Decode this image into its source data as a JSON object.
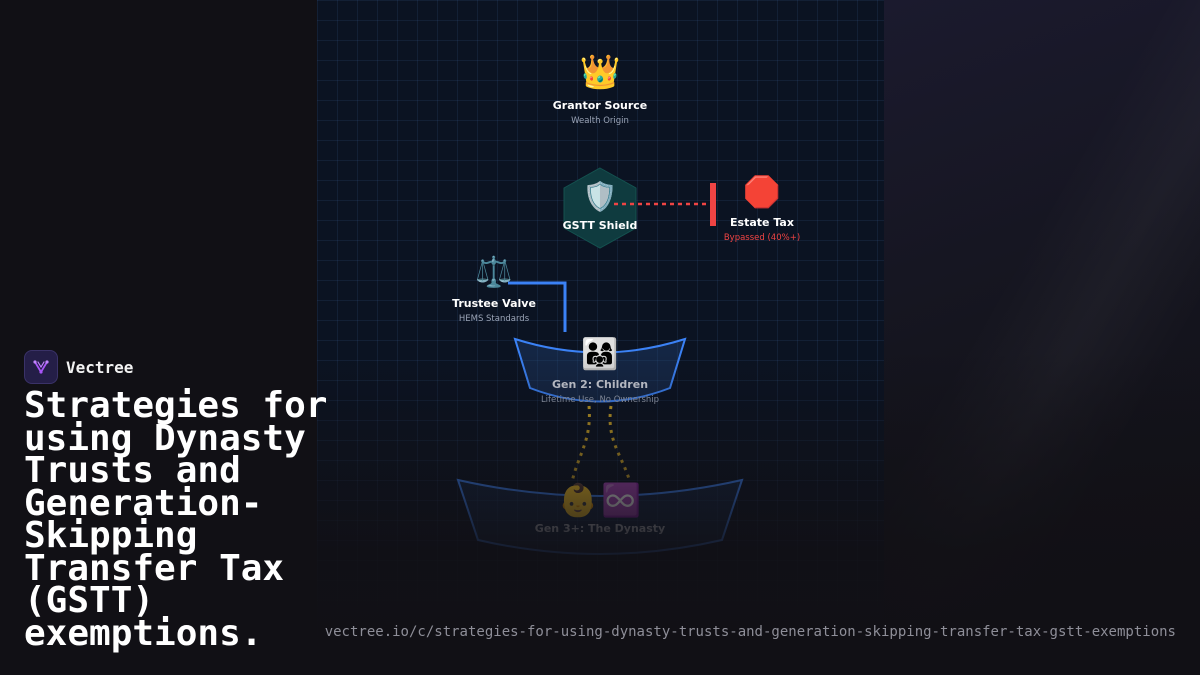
{
  "brand": {
    "name": "Vectree",
    "logo_icon": "vectree-logo-icon",
    "accent": "#a855f7"
  },
  "headline": "Strategies for using Dynasty Trusts and Generation-Skipping Transfer Tax (GSTT) exemptions.",
  "url": "vectree.io/c/strategies-for-using-dynasty-trusts-and-generation-skipping-transfer-tax-gstt-exemptions",
  "diagram": {
    "grantor": {
      "icon": "crown-icon",
      "glyph": "👑",
      "title": "Grantor Source",
      "subtitle": "Wealth Origin"
    },
    "shield": {
      "icon": "shield-icon",
      "glyph": "🛡️",
      "title": "GSTT Shield"
    },
    "estate_tax": {
      "icon": "stop-sign-icon",
      "glyph": "🛑",
      "title": "Estate Tax",
      "subtitle": "Bypassed (40%+)"
    },
    "trustee": {
      "icon": "scales-icon",
      "glyph": "⚖️",
      "title": "Trustee Valve",
      "subtitle": "HEMS Standards"
    },
    "gen2": {
      "icon": "family-icon",
      "glyph": "👨‍👩‍👧",
      "title": "Gen 2: Children",
      "subtitle": "Lifetime Use, No Ownership"
    },
    "gen3": {
      "icons": [
        "baby-icon",
        "infinity-icon"
      ],
      "glyph_baby": "👶",
      "glyph_infinity": "♾️",
      "title": "Gen 3+: The Dynasty"
    },
    "colors": {
      "blue": "#3b82f6",
      "red": "#ef4444",
      "gold": "#c9a227",
      "shield_fill": "#0f3b3f"
    }
  }
}
